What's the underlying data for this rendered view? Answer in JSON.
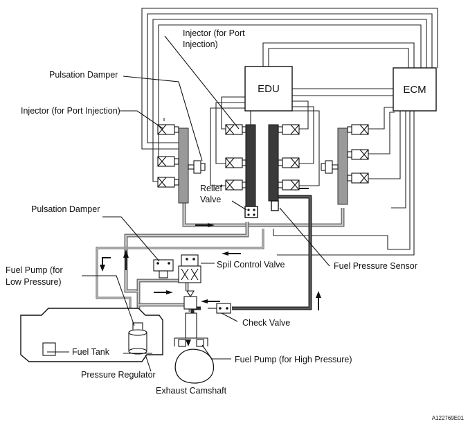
{
  "labels": {
    "injector_port_top": "Injector (for Port",
    "injector_port_top_2": "Injection)",
    "pulsation_damper_top": "Pulsation Damper",
    "injector_port_left": "Injector (for Port Injection)",
    "edu": "EDU",
    "ecm": "ECM",
    "relief_valve_1": "Relief",
    "relief_valve_2": "Valve",
    "pulsation_damper_mid": "Pulsation Damper",
    "spil_control_valve": "Spil Control Valve",
    "fuel_pressure_sensor": "Fuel Pressure Sensor",
    "fuel_pump_low_1": "Fuel Pump (for",
    "fuel_pump_low_2": "Low Pressure)",
    "check_valve": "Check Valve",
    "fuel_tank": "Fuel Tank",
    "fuel_pump_high": "Fuel Pump (for High Pressure)",
    "pressure_regulator": "Pressure Regulator",
    "exhaust_camshaft": "Exhaust Camshaft"
  },
  "figure_code": "A122769E01"
}
